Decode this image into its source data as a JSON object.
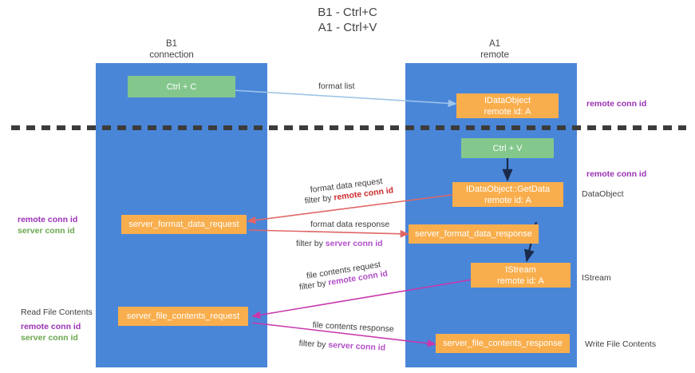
{
  "title": {
    "line1": "B1 - Ctrl+C",
    "line2": "A1 - Ctrl+V"
  },
  "columns": [
    {
      "name": "b1",
      "line1": "B1",
      "line2": "connection"
    },
    {
      "name": "a1",
      "line1": "A1",
      "line2": "remote"
    }
  ],
  "colors": {
    "lane": "#4a86d8",
    "node_orange": "#f9ae4d",
    "node_green": "#84c78c",
    "accent_purple": "#b14ec8",
    "accent_red": "#cc2a2a",
    "accent_green": "#6aa84f",
    "divider": "#3c3c3c",
    "arrow_blue": "#9fc5e8",
    "arrow_black": "#1b2a4a",
    "arrow_red": "#e06666",
    "arrow_magenta": "#c837ab"
  },
  "nodes": [
    {
      "name": "ctrl-c",
      "line1": "Ctrl + C",
      "line2": ""
    },
    {
      "name": "idataobject",
      "line1": "IDataObject",
      "line2": "remote id: A"
    },
    {
      "name": "ctrl-v",
      "line1": "Ctrl + V",
      "line2": ""
    },
    {
      "name": "idataobject-getdata",
      "line1": "IDataObject::GetData",
      "line2": "remote id: A"
    },
    {
      "name": "server-format-data-request",
      "line1": "server_format_data_request",
      "line2": ""
    },
    {
      "name": "server-format-data-response",
      "line1": "server_format_data_response",
      "line2": ""
    },
    {
      "name": "istream",
      "line1": "IStream",
      "line2": "remote id: A"
    },
    {
      "name": "server-file-contents-request",
      "line1": "server_file_contents_request",
      "line2": ""
    },
    {
      "name": "server-file-contents-response",
      "line1": "server_file_contents_response",
      "line2": ""
    }
  ],
  "edge_labels": {
    "format_list": "format list",
    "format_data_request": "format data request",
    "format_data_request_filter_prefix": "filter by ",
    "format_data_request_filter_key": "remote conn id",
    "format_data_response": "format data response",
    "format_data_response_filter_prefix": "filter by ",
    "format_data_response_filter_key": "server conn id",
    "file_contents_request": "file contents request",
    "file_contents_request_filter_prefix": "filter by ",
    "file_contents_request_filter_key": "remote conn id",
    "file_contents_response": "file contents response",
    "file_contents_response_filter_prefix": "filter by ",
    "file_contents_response_filter_key": "server conn id"
  },
  "annotations": {
    "right_remote_conn_id_top": "remote conn id",
    "right_remote_conn_id_mid": "remote conn id",
    "right_dataobject": "DataObject",
    "right_istream": "IStream",
    "right_write_file_contents": "Write File Contents",
    "left_remote_conn_id": "remote conn id",
    "left_server_conn_id": "server conn id",
    "left_read_file_contents": "Read File Contents",
    "left_remote_conn_id_2": "remote conn id",
    "left_server_conn_id_2": "server conn id"
  }
}
